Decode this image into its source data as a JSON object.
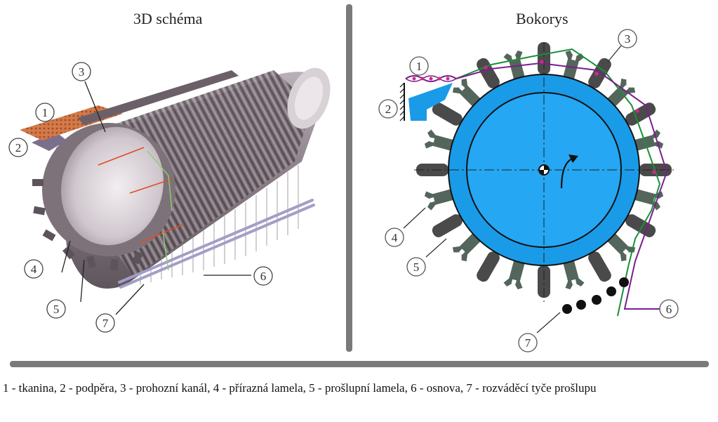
{
  "titles": {
    "left": "3D schéma",
    "right": "Bokorys"
  },
  "callouts": [
    "1",
    "2",
    "3",
    "4",
    "5",
    "6",
    "7"
  ],
  "legend": "1 - tkanina, 2 - podpěra, 3 - prohozní kanál, 4 - přírazná lamela, 5 - prošlupní lamela, 6 - osnova, 7 - rozváděcí tyče prošlupu",
  "colors": {
    "rotor_outer": "#1a9be8",
    "rotor_inner": "#25a7f3",
    "slat_dark": "#4a4a4a",
    "slat_green": "#54655c",
    "warp_green": "#1a8f3a",
    "warp_purple": "#7a1f8c",
    "divider": "#7a7a7a",
    "cylinder": "#8a7f86"
  }
}
